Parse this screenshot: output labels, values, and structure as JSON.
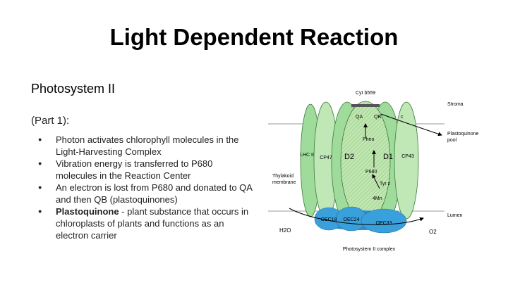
{
  "slide": {
    "title": "Light Dependent Reaction",
    "subtitle": "Photosystem II",
    "part": "(Part 1):",
    "bullets": [
      {
        "bold": "",
        "text": "Photon activates chlorophyll molecules in the Light-Harvesting Complex"
      },
      {
        "bold": "",
        "text": "Vibration energy is transferred to P680 molecules in the Reaction Center"
      },
      {
        "bold": "",
        "text": "An electron is lost from P680 and donated to QA and then QB (plastoquinones)"
      },
      {
        "bold": "Plastoquinone",
        "text": " - plant substance that occurs in chloroplasts of plants and functions as an electron carrier"
      }
    ]
  },
  "diagram": {
    "labels": {
      "cyt_b559": "Cyt b559",
      "qa": "QA",
      "qb": "QB",
      "c": "c",
      "stroma": "Stroma",
      "plastoquinone_pool_1": "Plastoquinone",
      "plastoquinone_pool_2": "pool",
      "pheo": "Pheo",
      "lhc2": "LHC II",
      "cp47": "CP47",
      "d2": "D2",
      "d1": "D1",
      "cp43": "CP43",
      "thylakoid_1": "Thylakoid",
      "thylakoid_2": "membrane",
      "p680": "P680",
      "tyr_z": "Tyr z",
      "mn": "4Mn",
      "oec18": "OEC18",
      "oec24": "OEC24",
      "oec33": "OEC33",
      "lumen": "Lumen",
      "h2o": "H2O",
      "o2": "O2",
      "complex": "Photosystem II complex"
    },
    "colors": {
      "light_green": "#c9ebc0",
      "mid_green": "#9fdb9a",
      "core_green": "#b5e3a8",
      "lumen_blue": "#3aa0dc",
      "membrane": "#9a9a9a",
      "stripe": "#7fbf6b"
    }
  }
}
